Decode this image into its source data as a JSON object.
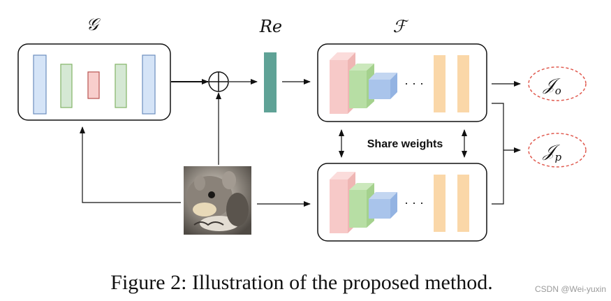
{
  "labels": {
    "generator": "𝒢",
    "re": "Re",
    "feature_net": "ℱ",
    "ellipsis_top": "· · ·",
    "ellipsis_bottom": "· · ·",
    "share_weights": "Share weights",
    "loss_o_main": "𝒥",
    "loss_o_sub": "o",
    "loss_p_main": "𝒥",
    "loss_p_sub": "p",
    "oplus": "⊕"
  },
  "caption": "Figure 2: Illustration of the proposed method.",
  "watermark": "CSDN @Wei-yuxin",
  "colors": {
    "blue_fill": "#d5e4f7",
    "blue_stroke": "#6c8ebf",
    "green_fill": "#d5e8d4",
    "green_stroke": "#82b366",
    "red_fill": "#f8cecc",
    "red_stroke": "#b85450",
    "teal": "#5fa296",
    "orange_fill": "#fad7a8",
    "pink_cube": "#f7c9c8",
    "green_cube": "#b7dea4",
    "blue_cube": "#a9c4eb",
    "loss_dash": "#e05a4f",
    "line": "#111111"
  }
}
